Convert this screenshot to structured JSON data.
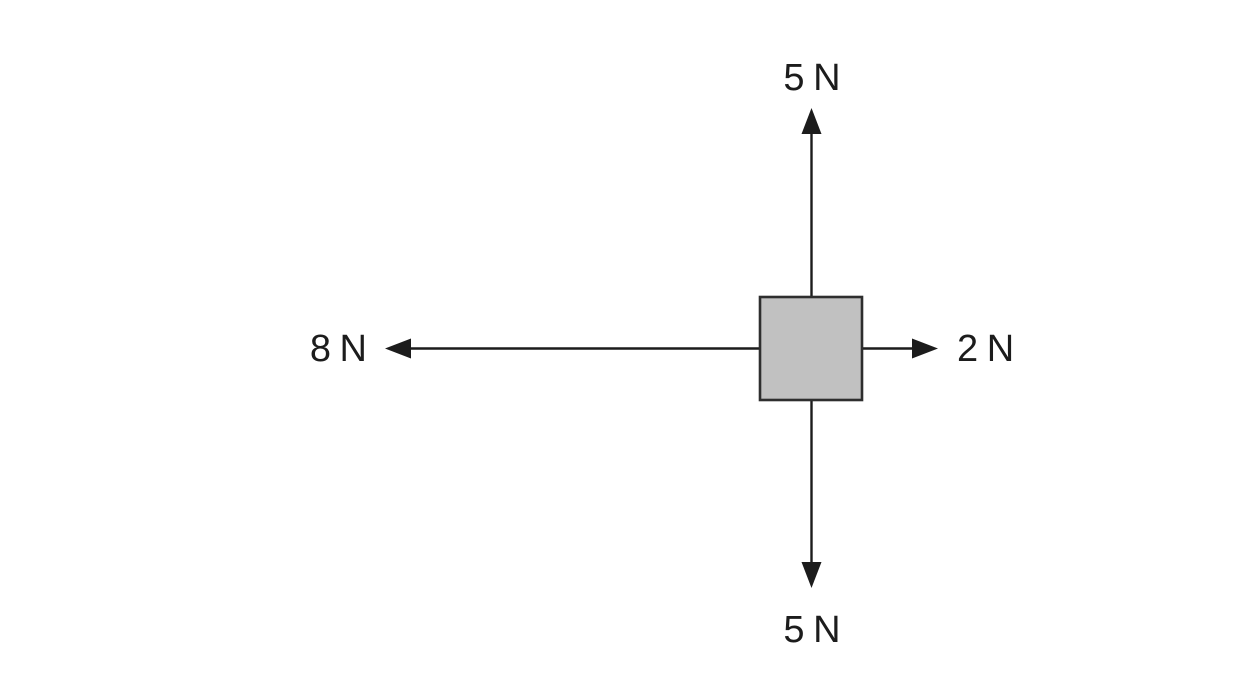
{
  "page": {
    "background": "#ffffff"
  },
  "diagram": {
    "kind": "free-body-force-diagram",
    "ink": "#1c1c1c",
    "box": {
      "fill": "#c1c1c1",
      "stroke": "#2e2e2e"
    },
    "forces": {
      "up": {
        "label": "5 N",
        "value": 5,
        "unit": "N",
        "direction": "up"
      },
      "down": {
        "label": "5 N",
        "value": 5,
        "unit": "N",
        "direction": "down"
      },
      "left": {
        "label": "8 N",
        "value": 8,
        "unit": "N",
        "direction": "left"
      },
      "right": {
        "label": "2 N",
        "value": 2,
        "unit": "N",
        "direction": "right"
      }
    }
  }
}
